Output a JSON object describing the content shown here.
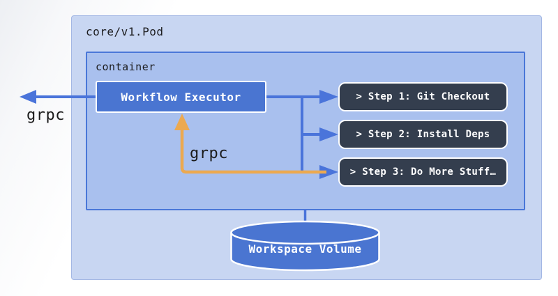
{
  "diagram": {
    "pod": {
      "label": "core/v1.Pod"
    },
    "container": {
      "label": "container"
    },
    "executor": {
      "label": "Workflow Executor"
    },
    "steps": [
      {
        "label": "> Step 1: Git Checkout"
      },
      {
        "label": "> Step 2: Install Deps"
      },
      {
        "label": "> Step 3: Do More Stuff…"
      }
    ],
    "volume": {
      "label": "Workspace Volume"
    },
    "edges": {
      "grpc_out_label": "grpc",
      "grpc_internal_label": "grpc"
    },
    "colors": {
      "pod_fill": "#c8d6f2",
      "pod_border": "#a3b7e4",
      "container_fill": "#a9c0ee",
      "container_border": "#4a77d8",
      "node_blue": "#4a75d1",
      "step_fill": "#343e4e",
      "arrow_blue": "#4a74da",
      "arrow_orange": "#eca950",
      "text_dark": "#1c1c1e"
    }
  }
}
